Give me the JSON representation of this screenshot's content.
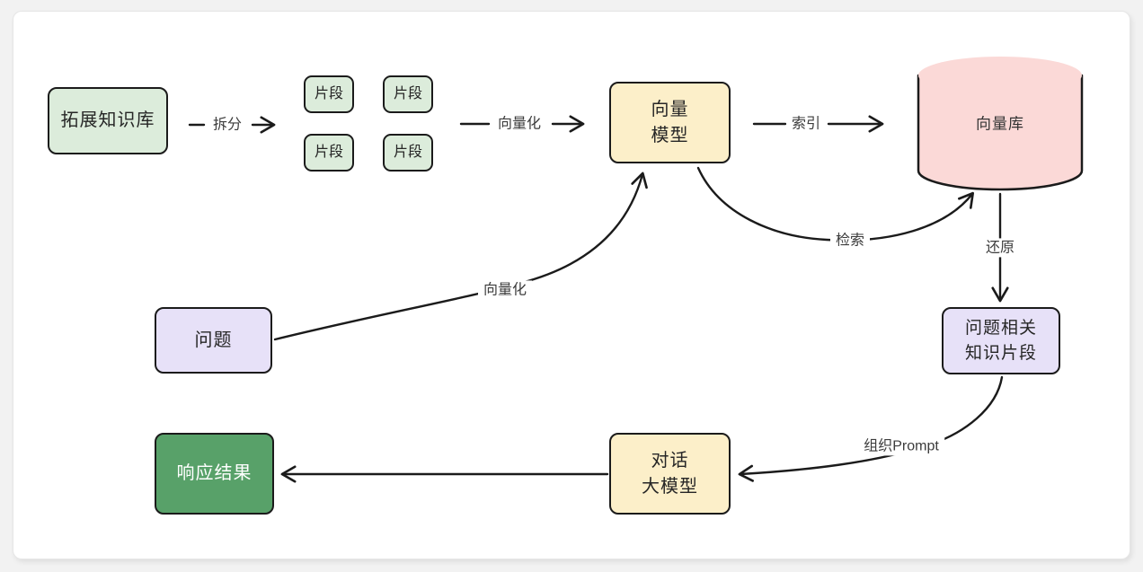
{
  "page": {
    "bg": "#f2f2f2",
    "card_bg": "#ffffff",
    "line_color": "#1b1b1b"
  },
  "nodes": {
    "knowledge_base": {
      "label": "拓展知识库",
      "fill": "#dcecdb"
    },
    "fragment": {
      "label": "片段",
      "fill": "#dcecdb"
    },
    "vector_model": {
      "label": "向量\n模型",
      "fill": "#fcefc9"
    },
    "vector_store": {
      "label": "向量库",
      "fill": "#fbd9d7"
    },
    "question": {
      "label": "问题",
      "fill": "#e7e1f8"
    },
    "related_fragments": {
      "label": "问题相关\n知识片段",
      "fill": "#e7e1f8"
    },
    "chat_model": {
      "label": "对话\n大模型",
      "fill": "#fcefc9"
    },
    "response": {
      "label": "响应结果",
      "fill": "#58a169",
      "text_color": "#ffffff"
    }
  },
  "edges": {
    "split": {
      "label": "拆分"
    },
    "vectorize_docs": {
      "label": "向量化"
    },
    "index": {
      "label": "索引"
    },
    "retrieve": {
      "label": "检索"
    },
    "restore": {
      "label": "还原"
    },
    "vectorize_question": {
      "label": "向量化"
    },
    "organize_prompt": {
      "label": "组织Prompt"
    }
  }
}
